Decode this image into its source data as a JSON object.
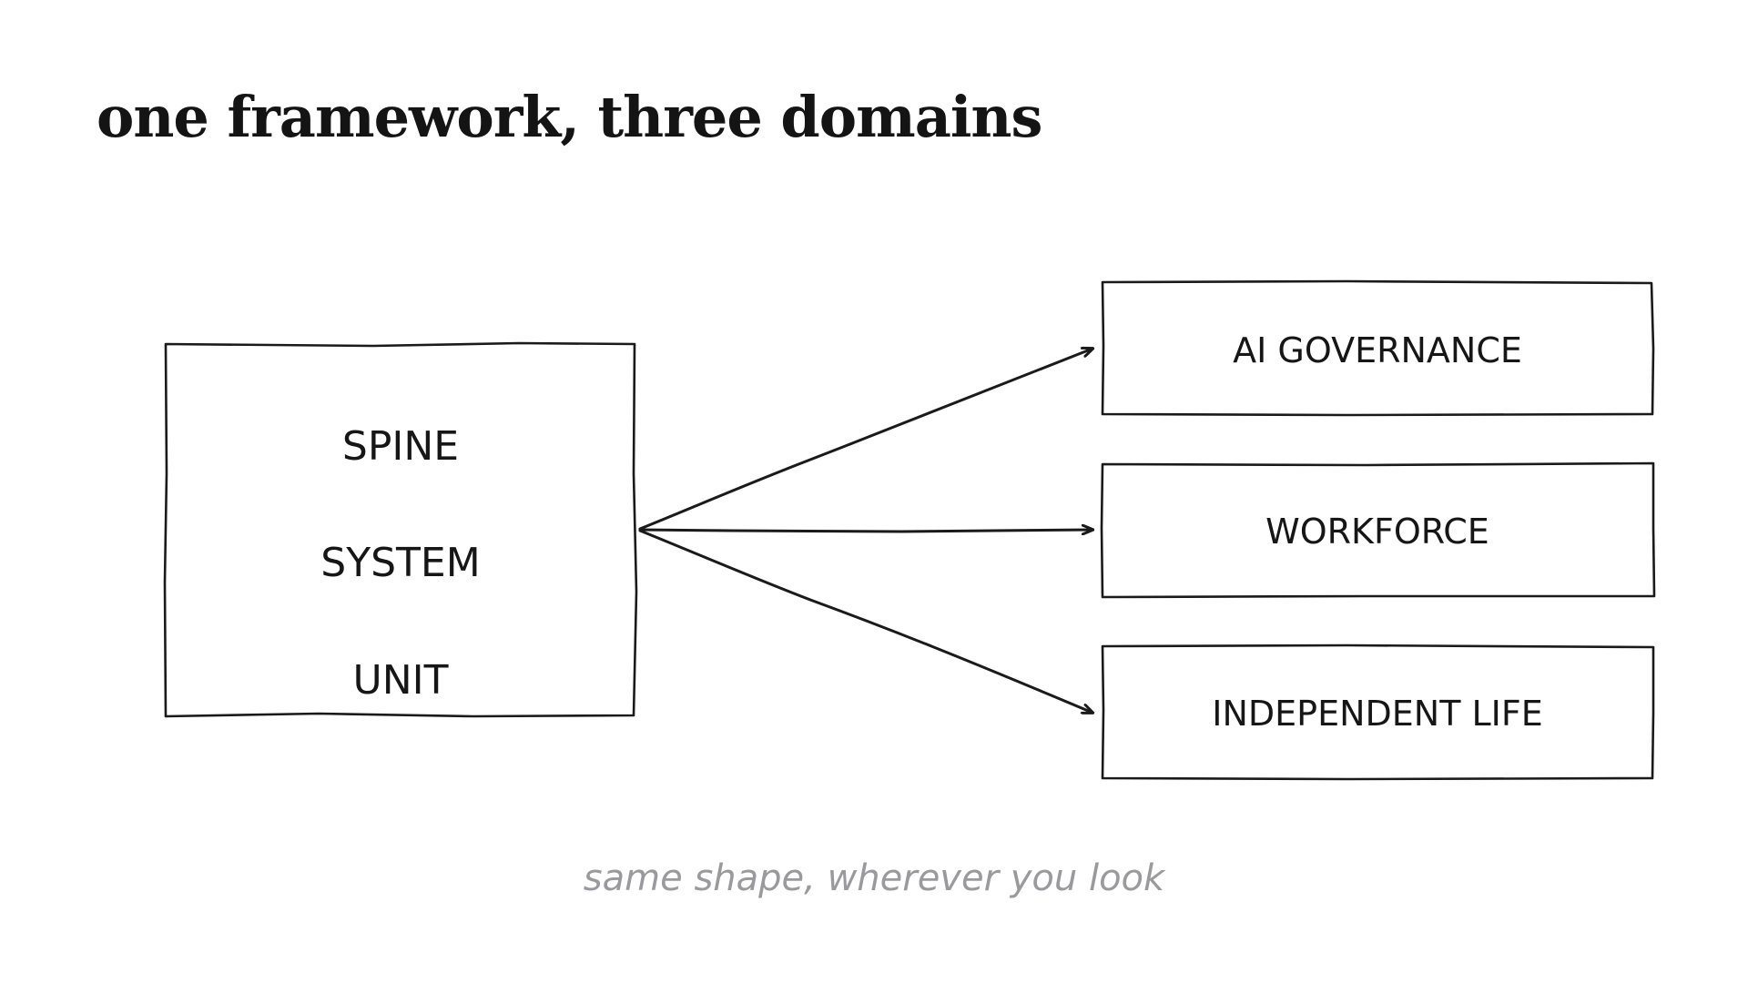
{
  "title": "one framework, three domains",
  "source_box": {
    "lines": [
      "SPINE",
      "SYSTEM",
      "UNIT"
    ]
  },
  "domains": [
    {
      "label": "AI GOVERNANCE"
    },
    {
      "label": "WORKFORCE"
    },
    {
      "label": "INDEPENDENT LIFE"
    }
  ],
  "caption": "same shape, wherever you look",
  "colors": {
    "ink": "#1a1a1a",
    "caption": "#9a9a9e",
    "background": "#ffffff"
  }
}
